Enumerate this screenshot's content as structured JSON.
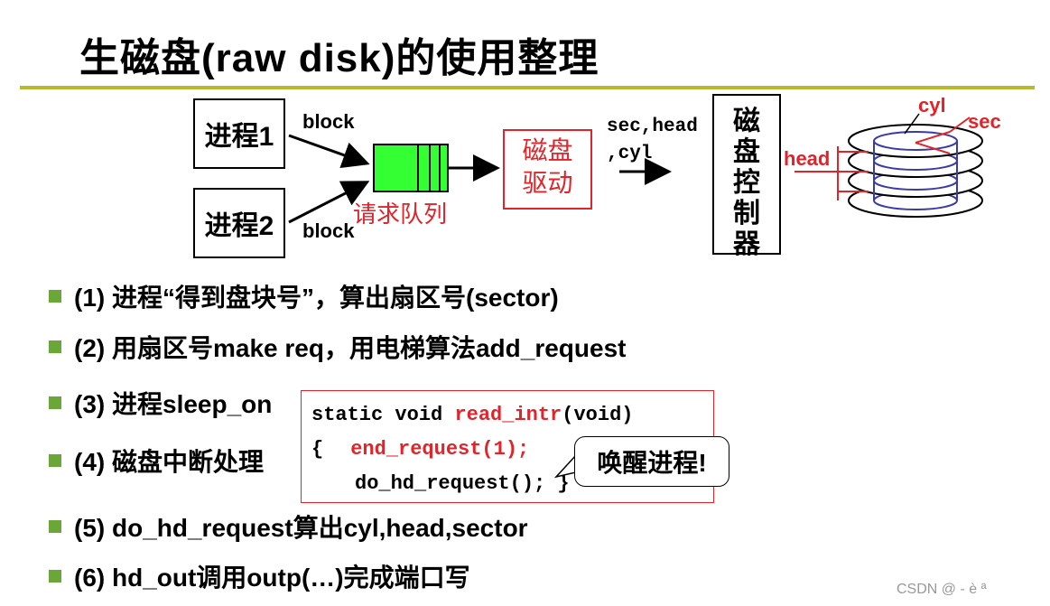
{
  "title": "生磁盘(raw disk)的使用整理",
  "diagram": {
    "process1": "进程1",
    "process2": "进程2",
    "block_top": "block",
    "block_bottom": "block",
    "queue_label": "请求队列",
    "driver_line1": "磁盘",
    "driver_line2": "驱动",
    "params_line1": "sec,head",
    "params_line2": ",cyl",
    "controller": [
      "磁",
      "盘",
      "控",
      "制",
      "器"
    ],
    "disk_cyl": "cyl",
    "disk_sec": "sec",
    "disk_head": "head"
  },
  "bullets": [
    "(1) 进程“得到盘块号”，算出扇区号(sector)",
    "(2) 用扇区号make req，用电梯算法add_request",
    "(3) 进程sleep_on",
    "(4) 磁盘中断处理",
    "(5) do_hd_request算出cyl,head,sector",
    "(6) hd_out调用outp(…)完成端口写"
  ],
  "code": {
    "line1_prefix": "static void ",
    "line1_func": "read_intr",
    "line1_suffix": "(void)",
    "line2_brace": "{",
    "line2_call": "end_request(1);",
    "line3": "do_hd_request(); }"
  },
  "callout": "唤醒进程!",
  "watermark": "CSDN @ - è ª",
  "colors": {
    "accent_rule": "#b9b930",
    "queue_green": "#33ff33",
    "red": "#e0242a",
    "bullet_green": "#6aa638",
    "disk_blue": "#3a3aa8"
  }
}
